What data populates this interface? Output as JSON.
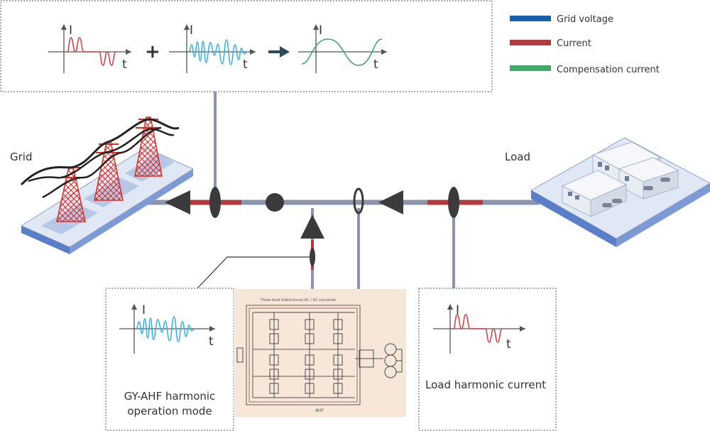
{
  "colors": {
    "grid_voltage": "#1560ad",
    "current": "#b23a3d",
    "compensation": "#3fa86a",
    "harmonic_wave": "#33aee0",
    "line": "#8b93ad",
    "dark": "#3b3b3b"
  },
  "legend": [
    {
      "label": "Grid voltage",
      "color": "#1560ad"
    },
    {
      "label": "Current",
      "color": "#b23a3d"
    },
    {
      "label": "Compensation current",
      "color": "#3fa86a"
    }
  ],
  "labels": {
    "grid": "Grid",
    "load": "Load",
    "axis_i": "I",
    "axis_t": "t",
    "plus": "+",
    "ahf_mode_line1": "GY-AHF harmonic",
    "ahf_mode_line2": "operation mode",
    "load_harmonic": "Load harmonic current",
    "converter_title": "Three-level bidirectional AC / DC converter",
    "converter_caption": "AHF"
  },
  "icons": [
    "power-tower-icon",
    "factory-building-icon",
    "arrow-right-icon",
    "arrowhead-icon",
    "current-sensor-icon"
  ]
}
